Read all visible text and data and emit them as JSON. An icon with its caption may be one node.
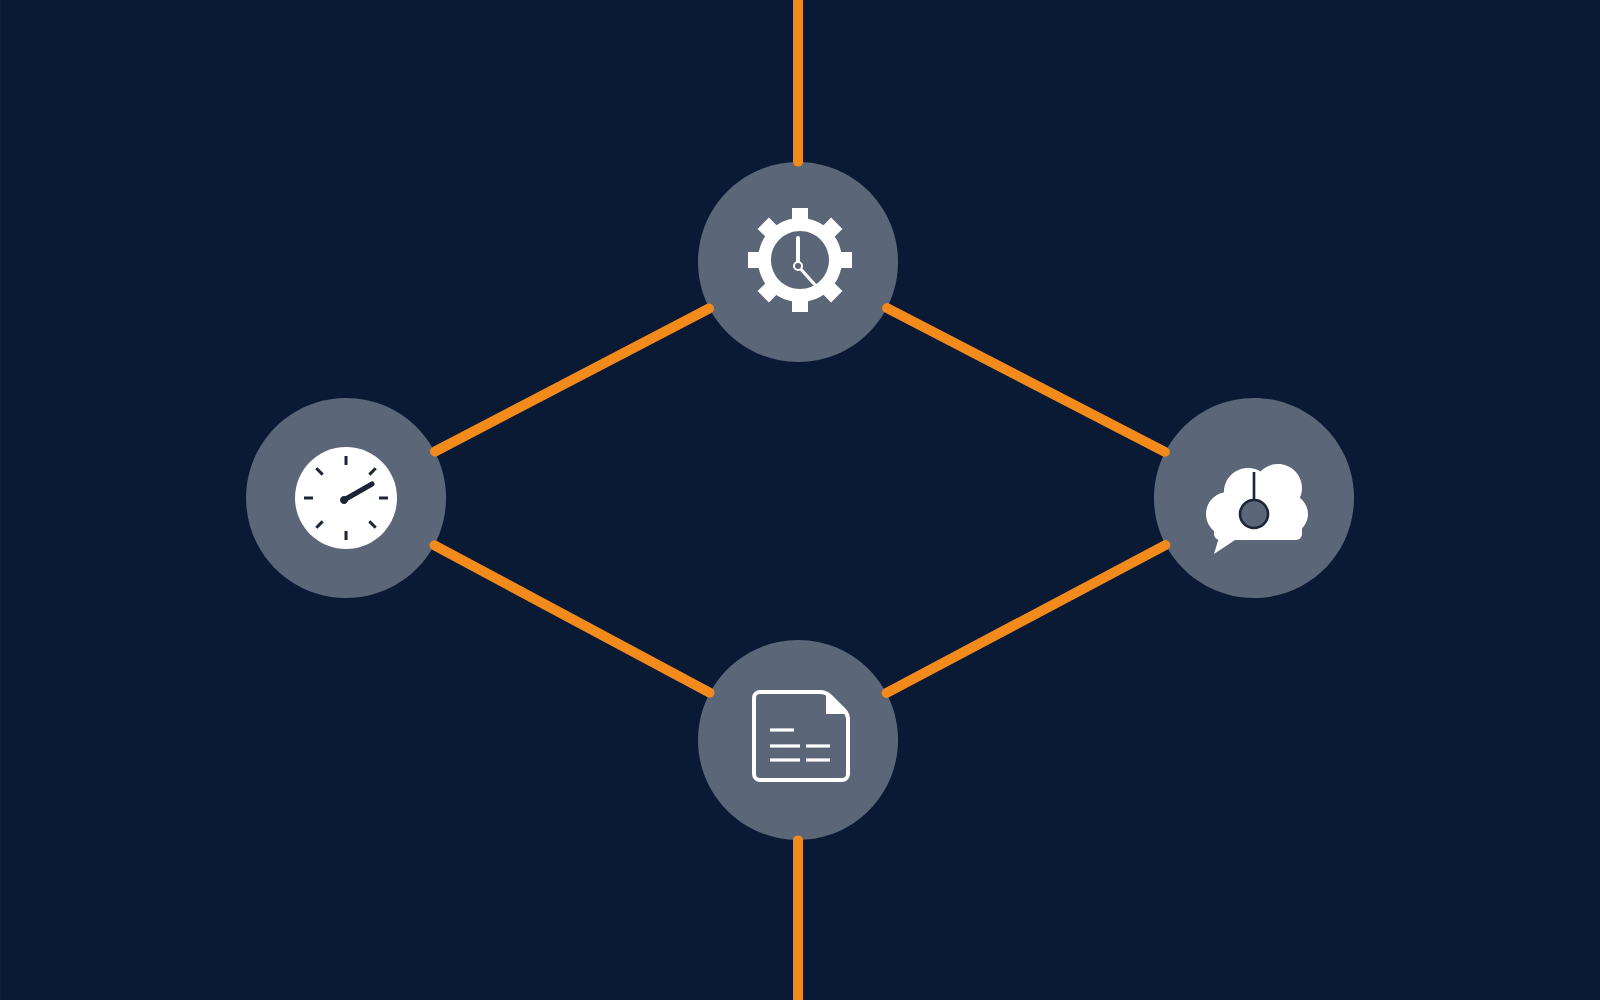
{
  "diagram": {
    "nodes": [
      {
        "text": [],
        "shape": "circle"
      },
      {
        "text": [],
        "shape": "circle"
      },
      {
        "text": [],
        "shape": "circle"
      },
      {
        "text": [],
        "shape": "circle"
      }
    ],
    "edges": [
      {
        "from": null,
        "to": 0,
        "arrow": "none"
      },
      {
        "from": 0,
        "to": 1,
        "arrow": "none"
      },
      {
        "from": 0,
        "to": 2,
        "arrow": "none"
      },
      {
        "from": 1,
        "to": 3,
        "arrow": "none"
      },
      {
        "from": 2,
        "to": 3,
        "arrow": "none"
      },
      {
        "from": 3,
        "to": null,
        "arrow": "none"
      }
    ]
  }
}
